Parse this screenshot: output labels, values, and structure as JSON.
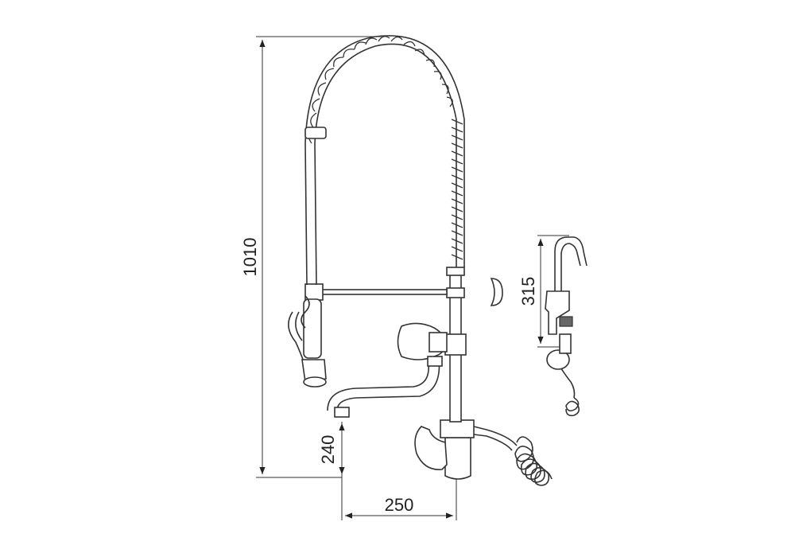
{
  "dimensions": {
    "overall_height": "1010",
    "spout_height": "240",
    "spout_reach": "250",
    "side_spray_height": "315"
  },
  "colors": {
    "line": "#333333",
    "background": "#ffffff"
  }
}
